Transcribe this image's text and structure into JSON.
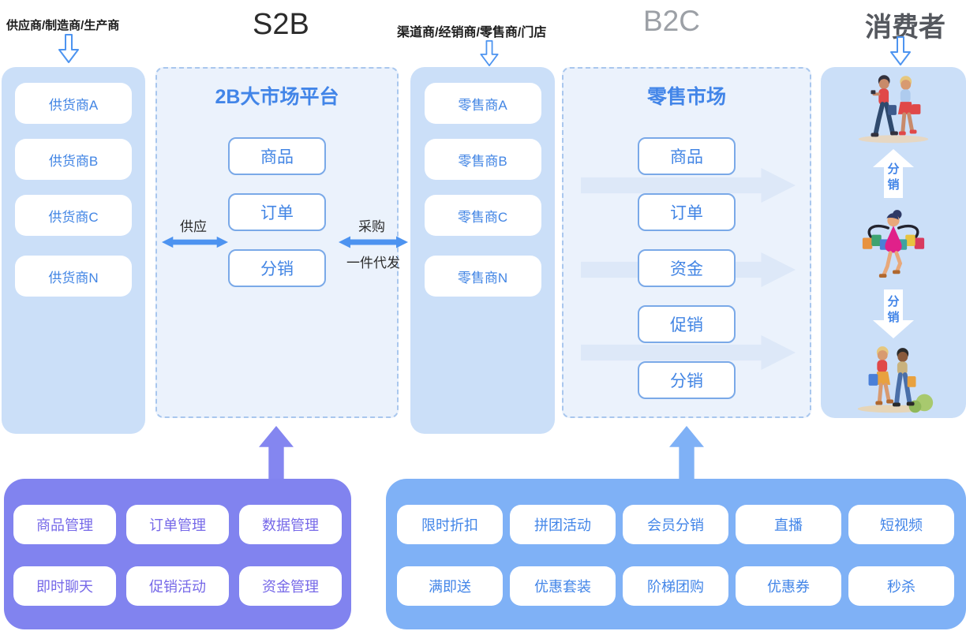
{
  "header": {
    "supplier_label": "供应商/制造商/生产商",
    "s2b": "S2B",
    "channel_label": "渠道商/经销商/零售商/门店",
    "b2c": "B2C",
    "consumer": "消费者"
  },
  "suppliers": {
    "items": [
      "供货商A",
      "供货商B",
      "供货商C"
    ],
    "last": "供货商N"
  },
  "s2b_platform": {
    "title": "2B大市场平台",
    "modules": [
      "商品",
      "订单",
      "分销"
    ],
    "supply_label": "供应",
    "purchase_label": "采购",
    "dropship_label": "一件代发"
  },
  "retailers": {
    "items": [
      "零售商A",
      "零售商B",
      "零售商C"
    ],
    "last": "零售商N"
  },
  "retail_market": {
    "title": "零售市场",
    "modules": [
      "商品",
      "订单",
      "资金",
      "促销",
      "分销"
    ]
  },
  "consumers": {
    "distribute_up": "分销",
    "distribute_down": "分销"
  },
  "s2b_tools": {
    "buttons": [
      "商品管理",
      "订单管理",
      "数据管理",
      "即时聊天",
      "促销活动",
      "资金管理"
    ]
  },
  "b2c_tools": {
    "buttons": [
      "限时折扣",
      "拼团活动",
      "会员分销",
      "直播",
      "短视频",
      "满即送",
      "优惠套装",
      "阶梯团购",
      "优惠券",
      "秒杀"
    ]
  },
  "colors": {
    "accent_blue": "#4285E8",
    "column_fill": "#CBDFF8",
    "dashed_fill": "#EBF2FC",
    "purple_panel": "#8183EF",
    "blue_panel": "#7FB1F6"
  }
}
